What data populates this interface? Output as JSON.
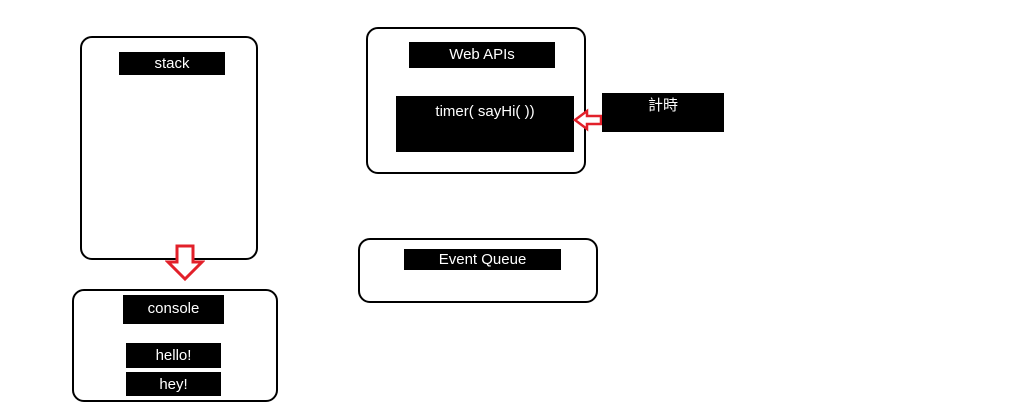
{
  "stack": {
    "title": "stack"
  },
  "web_apis": {
    "title": "Web APIs",
    "item": "timer( sayHi( ))"
  },
  "timer": {
    "label": "計時"
  },
  "event_queue": {
    "title": "Event Queue"
  },
  "console": {
    "title": "console",
    "items": [
      "hello!",
      "hey!"
    ]
  },
  "colors": {
    "arrow": "#e2202a",
    "box_border": "#000000",
    "label_bg": "#000000",
    "label_text": "#ffffff"
  }
}
